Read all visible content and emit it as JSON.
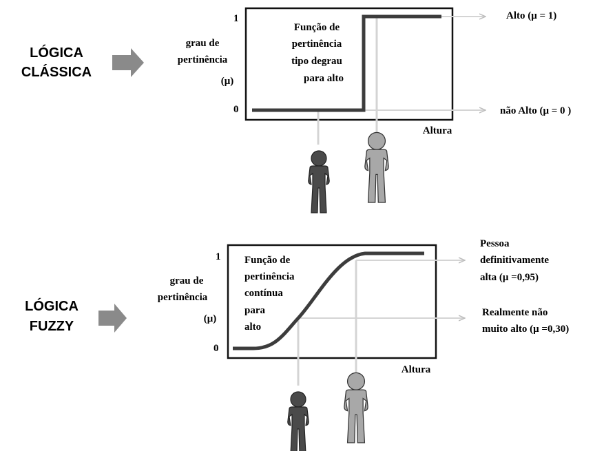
{
  "classic": {
    "logic_label_line1": "LÓGICA",
    "logic_label_line2": "CLÁSSICA",
    "ylabel_line1": "grau de",
    "ylabel_line2": "pertinência",
    "ylabel_line3": "(μ)",
    "tick_top": "1",
    "tick_bottom": "0",
    "func_line1": "Função de",
    "func_line2": "pertinência",
    "func_line3": "tipo degrau",
    "func_line4": "para alto",
    "xlabel": "Altura",
    "out_high": "Alto (μ = 1)",
    "out_low": "não Alto (μ = 0 )"
  },
  "fuzzy": {
    "logic_label_line1": "LÓGICA",
    "logic_label_line2": "FUZZY",
    "ylabel_line1": "grau de",
    "ylabel_line2": "pertinência",
    "ylabel_line3": "(μ)",
    "tick_top": "1",
    "tick_bottom": "0",
    "func_line1": "Função de",
    "func_line2": "pertinência",
    "func_line3": "contínua",
    "func_line4": "para",
    "func_line5": "alto",
    "xlabel": "Altura",
    "out_high_line1": "Pessoa",
    "out_high_line2": "definitivamente",
    "out_high_line3": "alta (μ =0,95)",
    "out_mid_line1": "Realmente não",
    "out_mid_line2": "muito alto (μ =0,30)"
  },
  "colors": {
    "curve": "#3c3c3c",
    "connector": "#d4d4d4",
    "arrow": "#8a8a8a",
    "short_person": "#4a4a4a",
    "tall_person": "#a8a8a8"
  },
  "icons": [
    "block-arrow-icon",
    "person-icon"
  ]
}
